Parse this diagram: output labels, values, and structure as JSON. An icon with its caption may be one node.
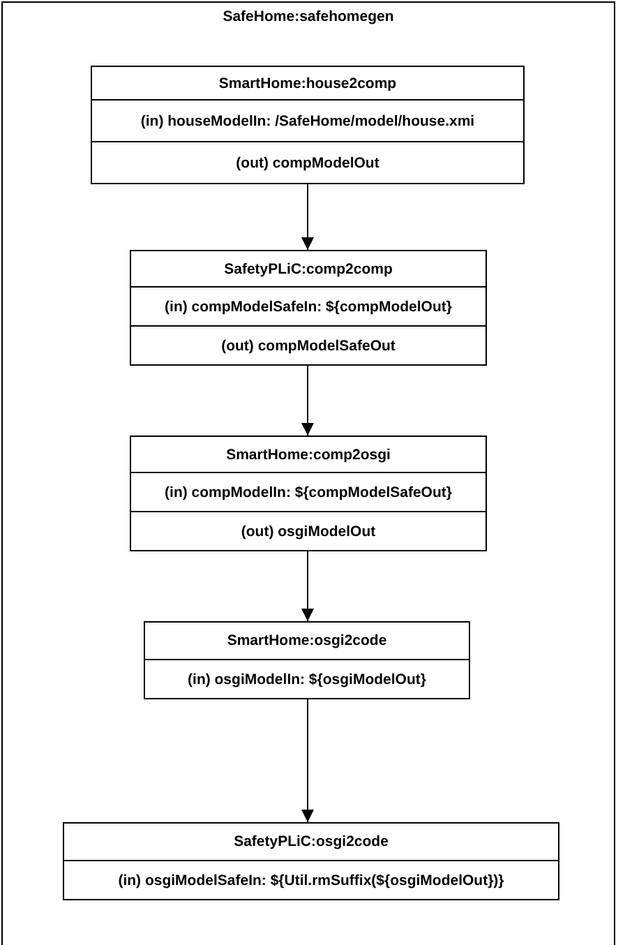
{
  "diagram": {
    "nodes": [
      {
        "text": [
          "SafeHome:safehomegen"
        ]
      },
      {
        "text": [
          "SmartHome:house2comp",
          "(in) houseModelIn: /SafeHome/model/house.xmi",
          "(out) compModelOut"
        ],
        "in": 0
      },
      {
        "text": [
          "SafetyPLiC:comp2comp",
          "(in) compModelSafeIn: ${compModelOut}",
          "(out) compModelSafeOut"
        ],
        "in": 0
      },
      {
        "text": [
          "SmartHome:comp2osgi",
          "(in) compModelIn: ${compModelSafeOut}",
          "(out) osgiModelOut"
        ],
        "in": 0
      },
      {
        "text": [
          "SmartHome:osgi2code",
          "(in) osgiModelIn: ${osgiModelOut}"
        ],
        "in": 0
      },
      {
        "text": [
          "SafetyPLiC:osgi2code",
          "(in) osgiModelSafeIn: ${Util.rmSuffix(${osgiModelOut})}"
        ],
        "in": 0
      }
    ],
    "edges": [
      {
        "from": 1,
        "to": 2,
        "arrow": "to"
      },
      {
        "from": 2,
        "to": 3,
        "arrow": "to"
      },
      {
        "from": 3,
        "to": 4,
        "arrow": "to"
      },
      {
        "from": 4,
        "to": 5,
        "arrow": "to"
      }
    ]
  }
}
